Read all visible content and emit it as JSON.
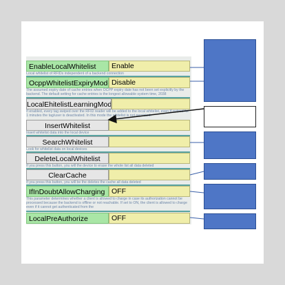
{
  "settings": [
    {
      "label": "EnableLocalWhitelist",
      "value": "Enable",
      "desc": "Local whitelist of RFIDs independent of a backend connection"
    },
    {
      "label": "OcppWhitelistExpiryMode",
      "value": "Disable",
      "desc": "The assumed expiry date of cache entries when OCPP expiry date has not been set explicitly by the backend. The default setting for cache entries is the longest allowable system time, 2038"
    },
    {
      "label": "LocalEhitelistLearningMode",
      "value": "",
      "desc": "If enabled, every tag swiped over the RFID reader will be added to the local whitelist, even if swiped for 1 minutes the tag/user is deactivated. In this mode the whitelist is not persisted."
    },
    {
      "label": "InsertWhitelist",
      "value": "",
      "desc": "Insert whitelist data into the local device"
    },
    {
      "label": "SearchWhitelist",
      "value": "",
      "desc": "Look for whitelist data on local devices"
    },
    {
      "label": "DeleteLocalWhitelist",
      "value": "",
      "desc": "If you press this button, you will the device to erase the whole list all data deleted"
    },
    {
      "label": "ClearCache",
      "value": "",
      "desc": "If you press this button, you will be the deletes the cache all data deleted"
    },
    {
      "label": "IfInDoubtAllowCharging",
      "value": "OFF",
      "desc": "This parameter determines whether a client is allowed to charge in case its authorization cannot be processed because the backend is offline or not reachable. If set to ON, the client is allowed to charge even if it cannot get authenticated from the"
    },
    {
      "label": "LocalPreAuthorize",
      "value": "OFF",
      "desc": ""
    }
  ]
}
